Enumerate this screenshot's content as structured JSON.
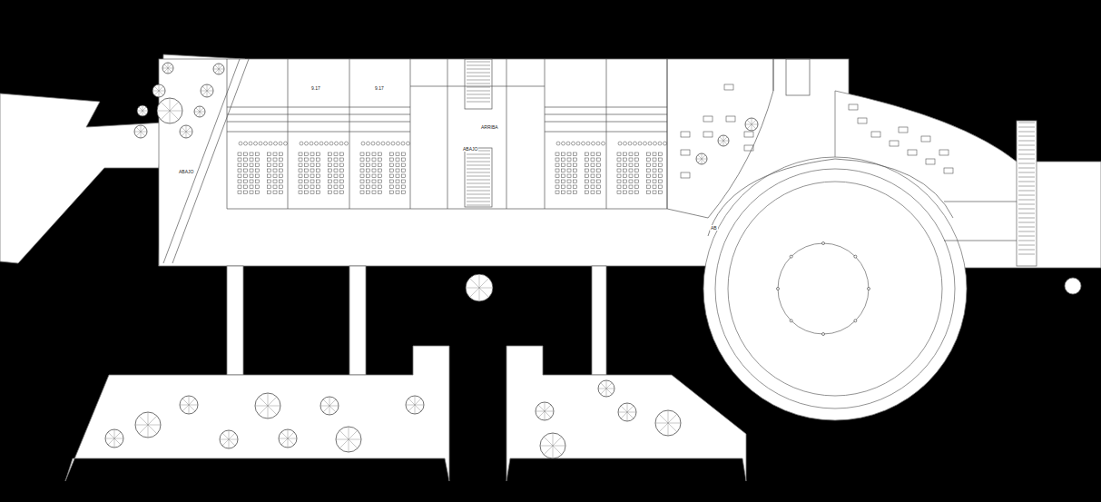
{
  "diagram": {
    "labels": [
      "9.17",
      "9.17",
      "ARRIBA",
      "ABAJO",
      "ABAJO",
      "AB"
    ]
  }
}
